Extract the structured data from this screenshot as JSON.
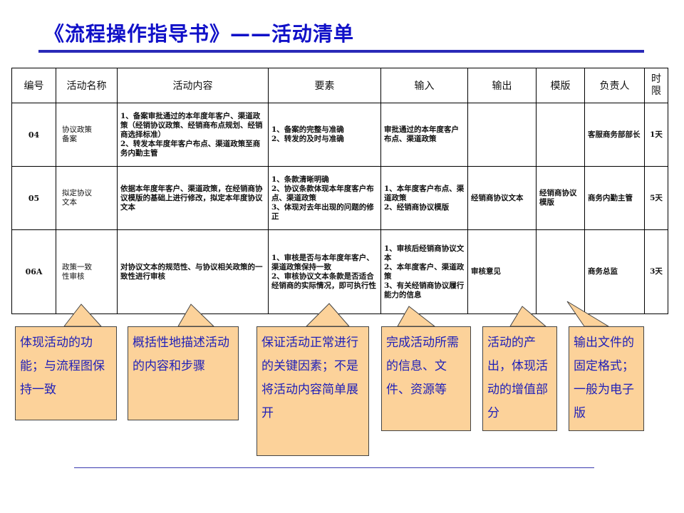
{
  "title": "《流程操作指导书》——活动清单",
  "table": {
    "headers": [
      "编号",
      "活动名称",
      "活动内容",
      "要素",
      "输入",
      "输出",
      "模版",
      "负责人",
      "时\n限"
    ],
    "rows": [
      {
        "id": "04",
        "name": "协议政策\n备案",
        "content": "1、备案审批通过的本年度年客户、渠道政策（经销协议政策、经销商布点规划、经销商选择标准）\n2、转发本年度年客户布点、渠道政策至商务内勤主管",
        "elements": "1、备案的完整与准确\n2、转发的及时与准确",
        "input": "审批通过的本年度客户布点、渠道政策",
        "output": "",
        "template": "",
        "owner": "客服商务部部长",
        "time_limit": "1天"
      },
      {
        "id": "05",
        "name": "拟定协议\n文本",
        "content": "依据本年度年客户、渠道政策，在经销商协议模版的基础上进行修改，拟定本年度协议文本",
        "elements": "1、条款清晰明确\n2、协议条款体现本年度客户布点、渠道政策\n3、体现对去年出现的问题的修正",
        "input": "1、本年度客户布点、渠道政策\n2、经销商协议模版",
        "output": "经销商协议文本",
        "template": "经销商协议模版",
        "owner": "商务内勤主管",
        "time_limit": "5天"
      },
      {
        "id": "06A",
        "name": "政策一致\n性审核",
        "content": "对协议文本的规范性、与协议相关政策的一致性进行审核",
        "elements": "1、审核是否与本年度年客户、渠道政策保持一致\n2、审核协议文本条款是否适合经销商的实际情况，即可执行性",
        "input": "1、审核后经销商协议文本\n2、本年度客户、渠道政策\n3、有关经销商协议履行能力的信息",
        "output": "审核意见",
        "template": "",
        "owner": "商务总监",
        "time_limit": "3天"
      }
    ]
  },
  "callouts": [
    "体现活动的功能；与流程图保持一致",
    "概括性地描述活动的内容和步骤",
    "保证活动正常进行的关键因素；不是将活动内容简单展开",
    "完成活动所需的信息、文件、资源等",
    "活动的产出，体现活动的增值部分",
    "输出文件的固定格式；一般为电子版"
  ],
  "colors": {
    "title": "#1010c8",
    "callout_fill": "#fcd29a",
    "callout_text": "#2020b8"
  }
}
